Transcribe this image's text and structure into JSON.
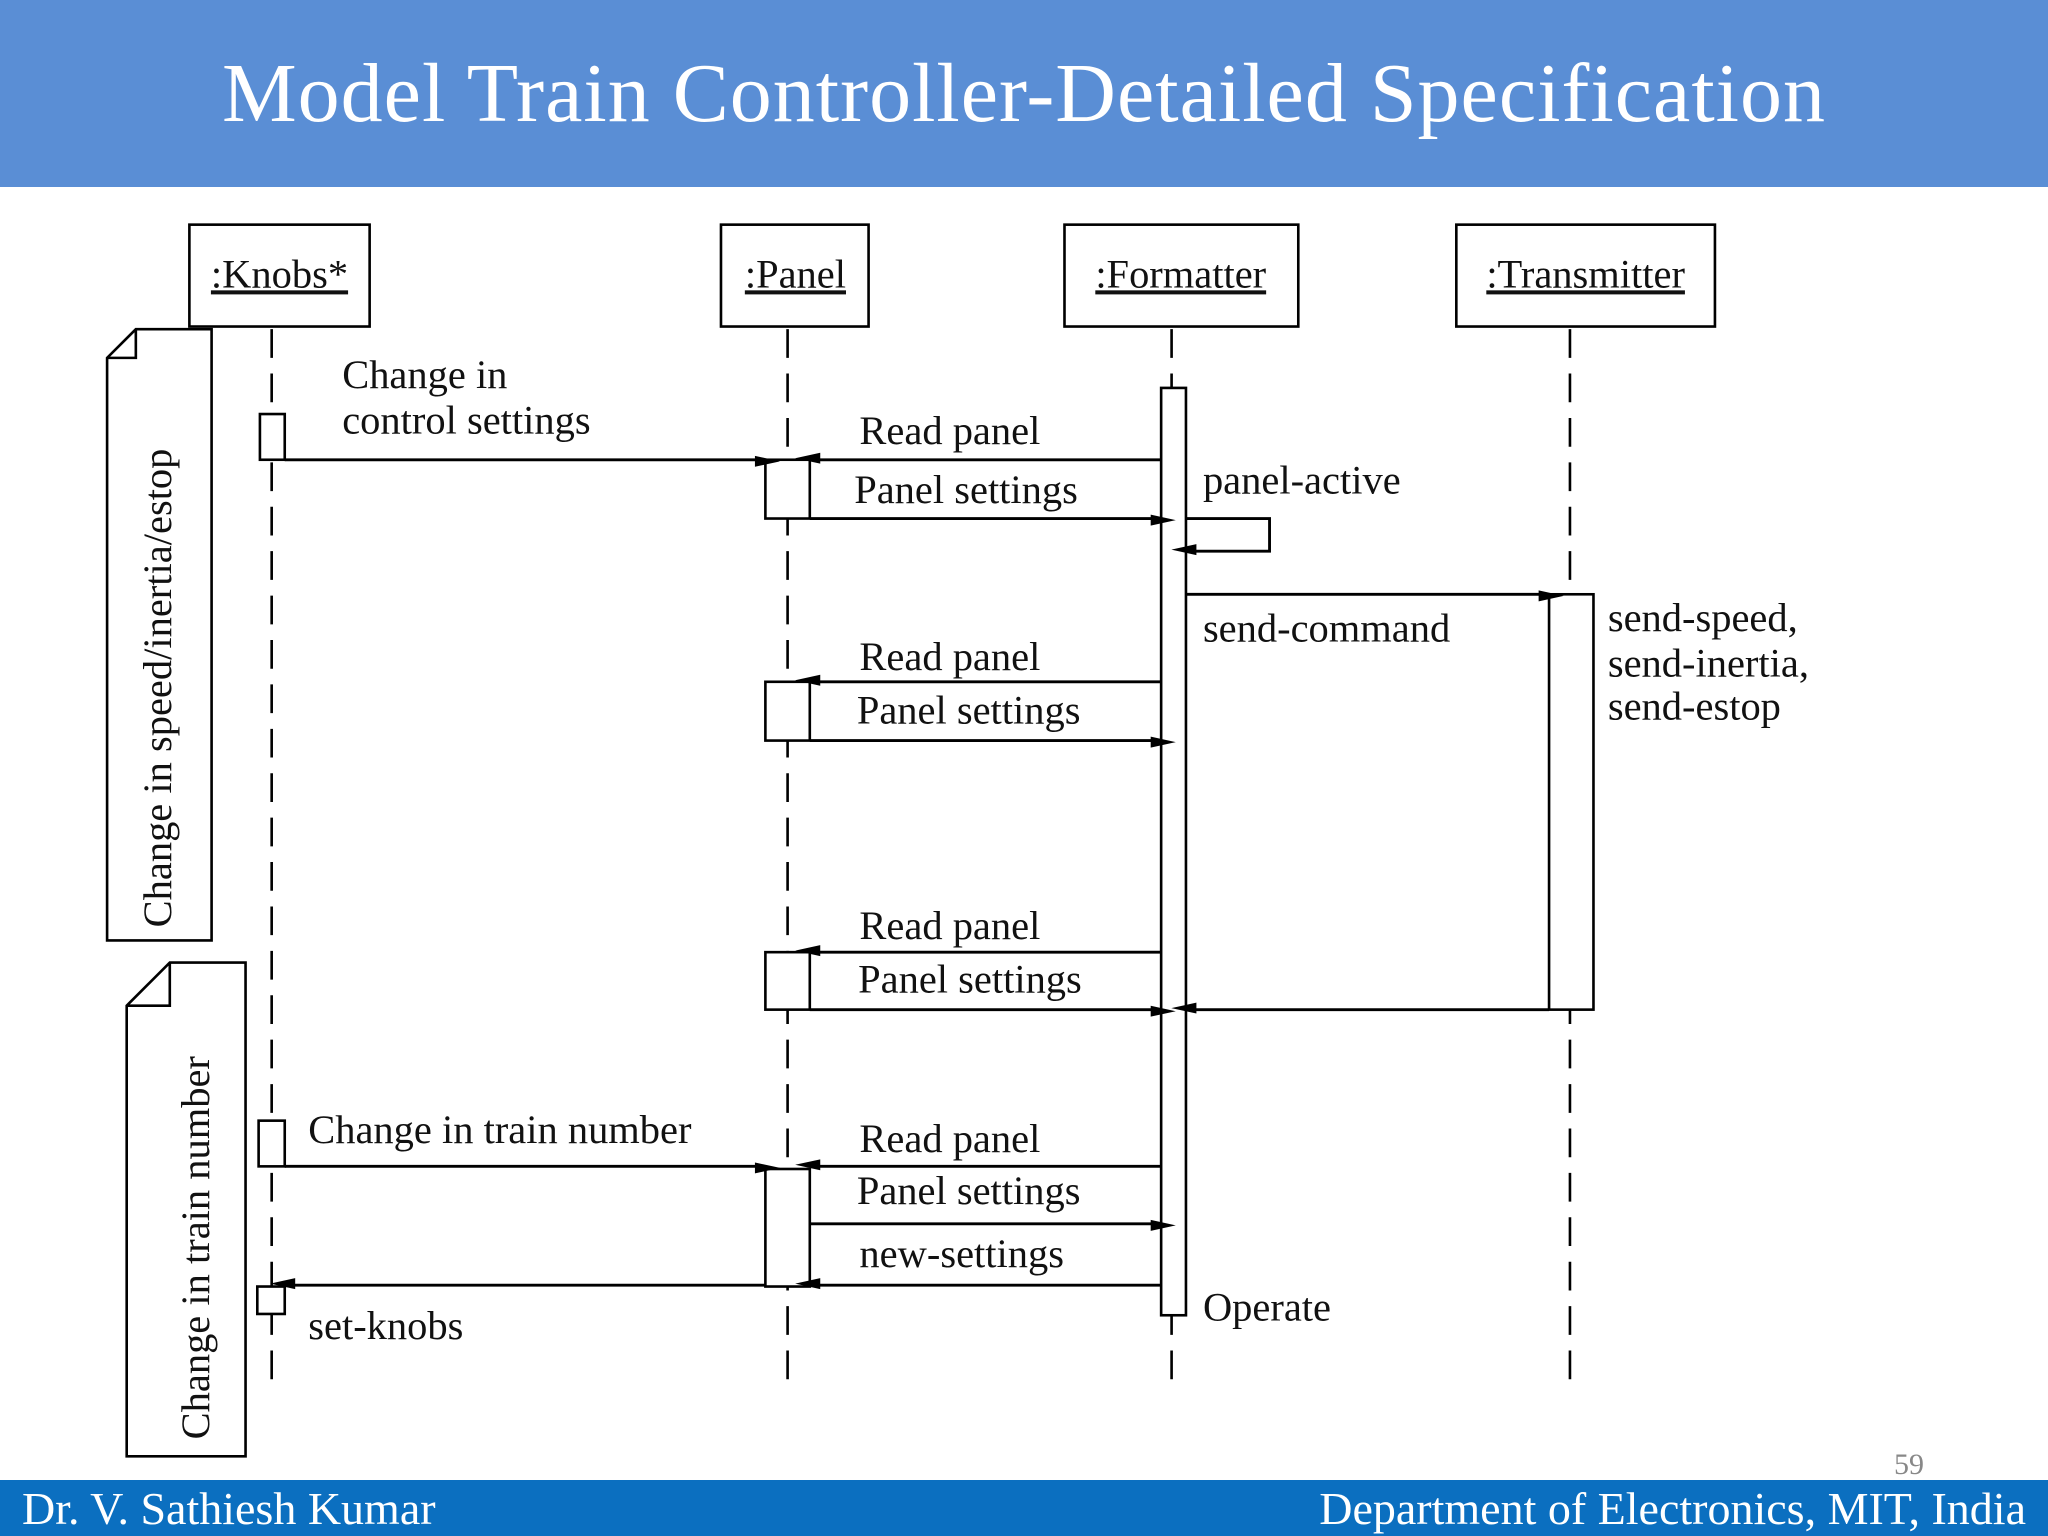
{
  "title": "Model Train Controller-Detailed Specification",
  "diagram": {
    "objects": [
      ":Knobs*",
      ":Panel",
      ":Formatter",
      ":Transmitter"
    ],
    "notes": [
      "Change in speed/inertia/estop",
      "Change in train number"
    ],
    "messages": {
      "change_control_1": "Change in",
      "change_control_2": "control settings",
      "read_panel": "Read panel",
      "panel_settings": "Panel settings",
      "panel_active": "panel-active",
      "send_command": "send-command",
      "send_list": [
        "send-speed,",
        "send-inertia,",
        "send-estop"
      ],
      "change_train_number": "Change in train number",
      "new_settings": "new-settings",
      "set_knobs": "set-knobs",
      "operate": "Operate"
    }
  },
  "footer": {
    "author": "Dr. V. Sathiesh Kumar",
    "department": "Department of Electronics, MIT, India",
    "page_number": "59"
  }
}
